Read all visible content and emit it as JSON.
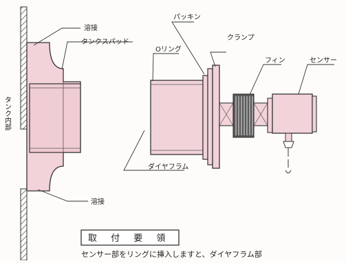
{
  "colors": {
    "part_fill": "#f2d3d9",
    "stroke": "#333333",
    "hatch": "#444444",
    "background": "#fefcfa"
  },
  "labels": {
    "weld_top": "溶接",
    "tank_pad": "タンクスパッド",
    "tank_inside": "タンク内部",
    "o_ring": "Oリング",
    "packing": "パッキン",
    "clamp": "クランプ",
    "fin": "フィン",
    "sensor": "センサー",
    "diaphragm": "ダイヤフラム",
    "weld_bottom": "溶接"
  },
  "section": {
    "title": "取 付 要 領",
    "caption": "センサー部をリングに挿入しますと、ダイヤフラム部"
  }
}
